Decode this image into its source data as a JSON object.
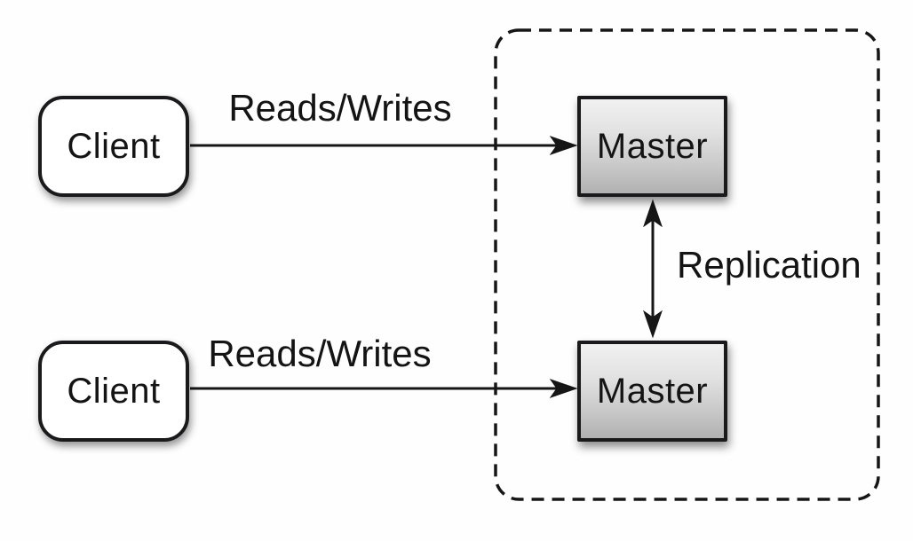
{
  "diagram": {
    "clients": [
      {
        "label": "Client"
      },
      {
        "label": "Client"
      }
    ],
    "masters": [
      {
        "label": "Master"
      },
      {
        "label": "Master"
      }
    ],
    "edges": {
      "top_label": "Reads/Writes",
      "bottom_label": "Reads/Writes",
      "replication_label": "Replication"
    },
    "colors": {
      "background": "#fefefe",
      "line": "#161616",
      "border": "#1a1a1c",
      "client_fill": "#ffffff",
      "master_gradient_top": "#f1f1f1",
      "master_gradient_bottom": "#b1b1b1",
      "text": "#141414"
    }
  }
}
